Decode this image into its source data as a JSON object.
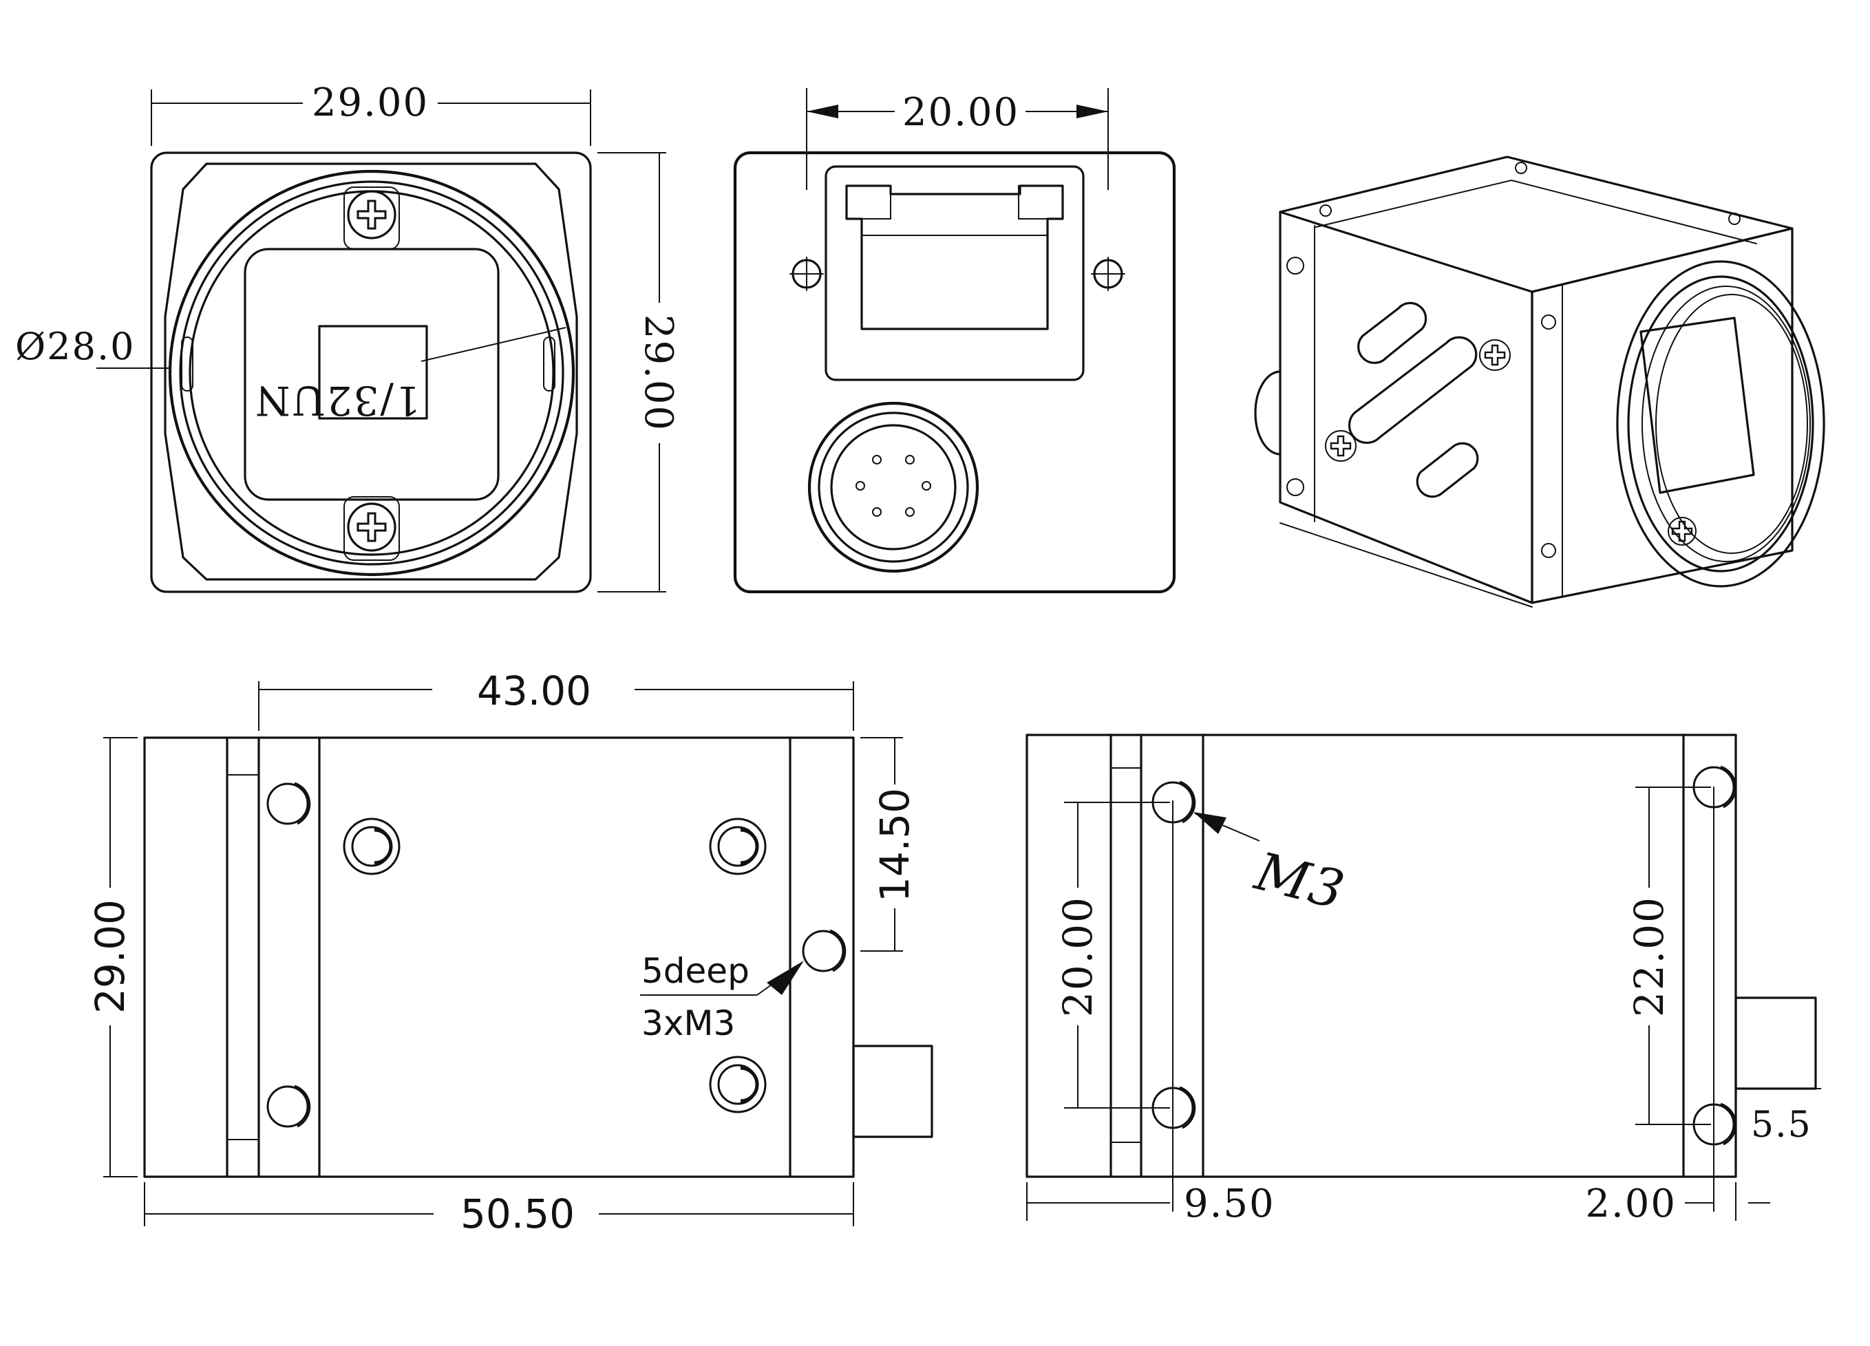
{
  "front_view": {
    "width_dim": "29.00",
    "height_dim": "29.00",
    "diameter_dim": "Ø28.0",
    "thread_label": "1/32UN"
  },
  "rear_view": {
    "connector_spacing_dim": "20.00"
  },
  "top_side_view": {
    "body_length_dim": "43.00",
    "overall_length_dim": "50.50",
    "height_dim": "29.00",
    "hole_offset_dim": "14.50",
    "hole_note_depth": "5deep",
    "hole_note_thread": "3xM3"
  },
  "bottom_side_view": {
    "thread_label": "M3",
    "left_hole_spacing_dim": "20.00",
    "right_hole_spacing_dim": "22.00",
    "front_offset_dim": "9.50",
    "rear_offset_dim": "2.00",
    "connector_dim": "5.5"
  },
  "colors": {
    "line": "#111111",
    "background": "#ffffff"
  }
}
